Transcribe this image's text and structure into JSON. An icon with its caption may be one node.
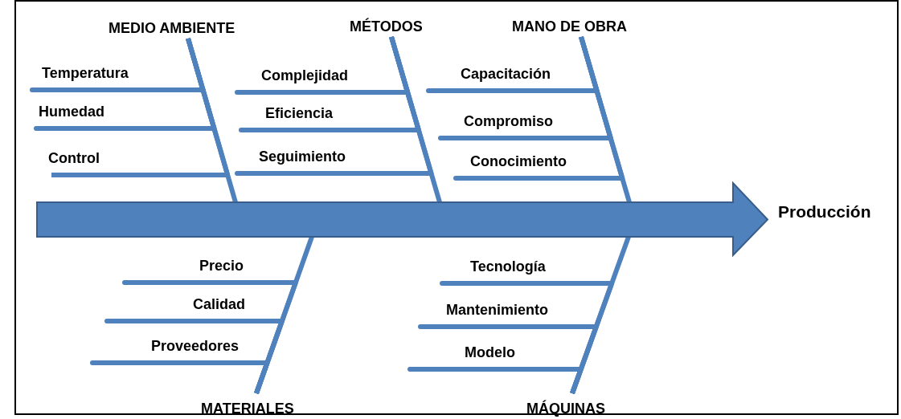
{
  "diagram": {
    "nodes": [
      {
        "text": [
          "MEDIO AMBIENTE"
        ]
      },
      {
        "text": [
          "Temperatura"
        ]
      },
      {
        "text": [
          "Humedad"
        ]
      },
      {
        "text": [
          "Control"
        ]
      },
      {
        "text": [
          "MÉTODOS"
        ]
      },
      {
        "text": [
          "Complejidad"
        ]
      },
      {
        "text": [
          "Eficiencia"
        ]
      },
      {
        "text": [
          "Seguimiento"
        ]
      },
      {
        "text": [
          "MANO DE OBRA"
        ]
      },
      {
        "text": [
          "Capacitación"
        ]
      },
      {
        "text": [
          "Compromiso"
        ]
      },
      {
        "text": [
          "Conocimiento"
        ]
      },
      {
        "text": [],
        "shape": "arrow"
      },
      {
        "text": [
          "Producción"
        ]
      },
      {
        "text": [
          "Precio"
        ]
      },
      {
        "text": [
          "Calidad"
        ]
      },
      {
        "text": [
          "Proveedores"
        ]
      },
      {
        "text": [
          "MATERIALES"
        ]
      },
      {
        "text": [
          "Tecnología"
        ]
      },
      {
        "text": [
          "Mantenimiento"
        ]
      },
      {
        "text": [
          "Modelo"
        ]
      },
      {
        "text": [
          "MÁQUINAS"
        ]
      }
    ],
    "edges": [
      {
        "from": 1,
        "to": 0,
        "arrow": "none"
      },
      {
        "from": 2,
        "to": 0,
        "arrow": "none"
      },
      {
        "from": 3,
        "to": 0,
        "arrow": "none"
      },
      {
        "from": 0,
        "to": 12,
        "arrow": "none"
      },
      {
        "from": 5,
        "to": 4,
        "arrow": "none"
      },
      {
        "from": 6,
        "to": 4,
        "arrow": "none"
      },
      {
        "from": 7,
        "to": 4,
        "arrow": "none"
      },
      {
        "from": 4,
        "to": 12,
        "arrow": "none"
      },
      {
        "from": 9,
        "to": 8,
        "arrow": "none"
      },
      {
        "from": 10,
        "to": 8,
        "arrow": "none"
      },
      {
        "from": 11,
        "to": 8,
        "arrow": "none"
      },
      {
        "from": 8,
        "to": 12,
        "arrow": "none"
      },
      {
        "from": 14,
        "to": 17,
        "arrow": "none"
      },
      {
        "from": 15,
        "to": 17,
        "arrow": "none"
      },
      {
        "from": 16,
        "to": 17,
        "arrow": "none"
      },
      {
        "from": 17,
        "to": 12,
        "arrow": "none"
      },
      {
        "from": 18,
        "to": 21,
        "arrow": "none"
      },
      {
        "from": 19,
        "to": 21,
        "arrow": "none"
      },
      {
        "from": 20,
        "to": 21,
        "arrow": "none"
      },
      {
        "from": 21,
        "to": 12,
        "arrow": "none"
      }
    ]
  }
}
